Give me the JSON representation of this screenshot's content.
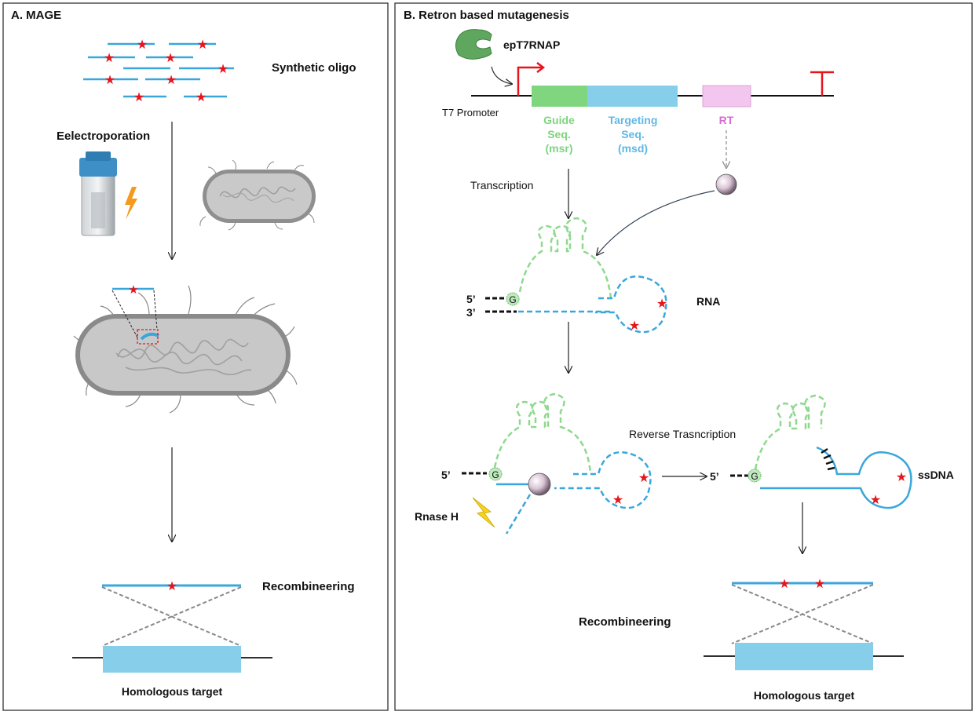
{
  "panel_a": {
    "title": "A. MAGE",
    "synthetic_oligo": "Synthetic oligo",
    "electroporation": "Eelectroporation",
    "recombineering": "Recombineering",
    "homologous_target": "Homologous target"
  },
  "panel_b": {
    "title": "B. Retron based mutagenesis",
    "polymerase": "epT7RNAP",
    "promoter": "T7 Promoter",
    "guide_line1": "Guide",
    "guide_line2": "Seq.",
    "guide_line3": "(msr)",
    "targeting_line1": "Targeting",
    "targeting_line2": "Seq.",
    "targeting_line3": "(msd)",
    "rt": "RT",
    "transcription": "Transcription",
    "five_prime": "5’",
    "three_prime": "3’",
    "rna": "RNA",
    "g_nucleotide": "G",
    "reverse_transcription": "Reverse Trasncription",
    "rnase_h": "Rnase H",
    "ssdna": "ssDNA",
    "recombineering": "Recombineering",
    "homologous_target": "Homologous target"
  },
  "colors": {
    "oligo_blue": "#3aa7dc",
    "mutation_red": "#e8141c",
    "guide_green": "#8ed98e",
    "guide_box": "#7fd67f",
    "target_box": "#87ceeb",
    "rt_box": "#f2c6ef",
    "rt_text": "#d86bd3",
    "guide_text": "#7ed47e",
    "target_text": "#5fb8e6",
    "promoter_red": "#e8141c"
  }
}
